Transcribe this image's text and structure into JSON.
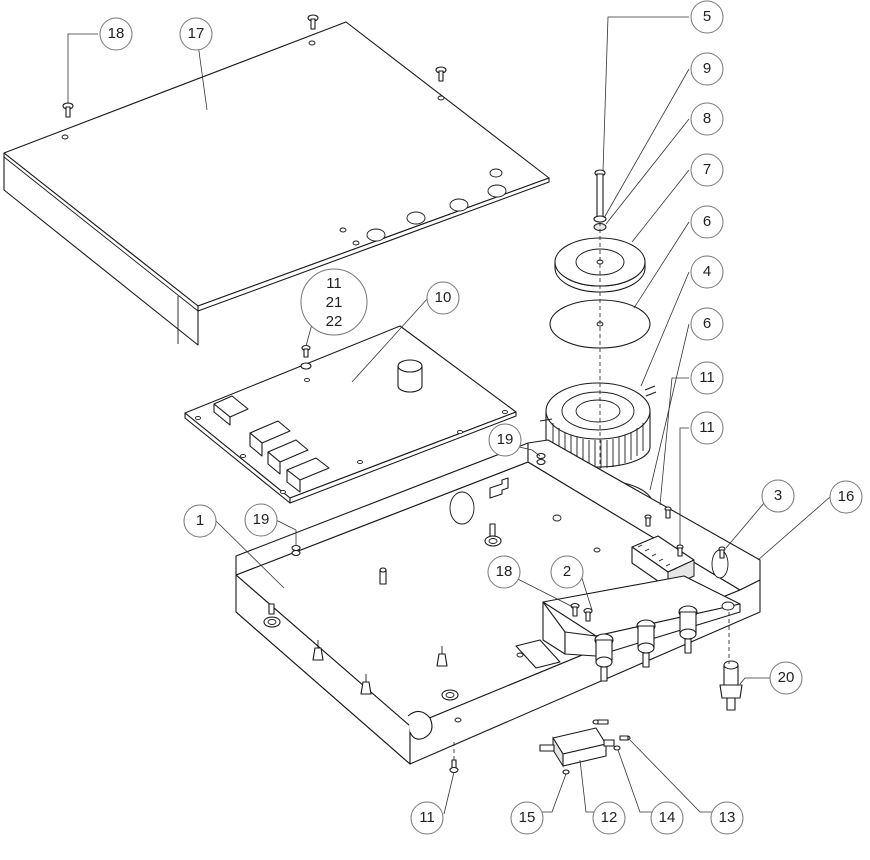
{
  "callouts": {
    "c1": "1",
    "c2": "2",
    "c3": "3",
    "c4": "4",
    "c5": "5",
    "c6a": "6",
    "c6b": "6",
    "c7": "7",
    "c8": "8",
    "c9": "9",
    "c10": "10",
    "c11a": "11",
    "c11b": "11",
    "c11c": "11",
    "c12": "12",
    "c13": "13",
    "c14": "14",
    "c15": "15",
    "c16": "16",
    "c17": "17",
    "c18a": "18",
    "c18b": "18",
    "c19a": "19",
    "c19b": "19",
    "c20": "20"
  },
  "callout_stack": [
    "11",
    "21",
    "22"
  ],
  "colors": {
    "line": "#1a1a1a",
    "leader": "#333333",
    "balloon": "#777777",
    "background": "#ffffff"
  }
}
